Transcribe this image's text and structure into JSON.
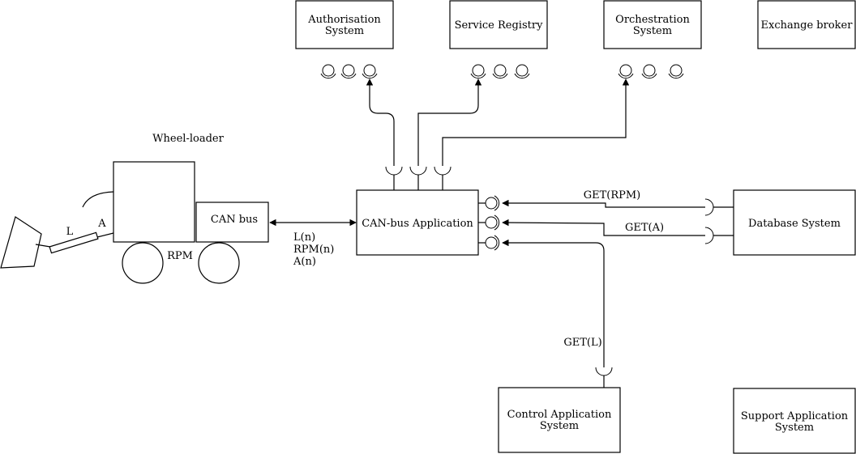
{
  "colors": {
    "stroke": "#000000",
    "background": "#ffffff"
  },
  "core_systems": {
    "authorisation": [
      "Authorisation",
      "System"
    ],
    "service_registry": "Service Registry",
    "orchestration": [
      "Orchestration",
      "System"
    ],
    "exchange_broker": "Exchange broker"
  },
  "wheel_loader": {
    "title": "Wheel-loader",
    "l_label": "L",
    "a_label": "A",
    "rpm_label": "RPM",
    "can_bus": "CAN bus"
  },
  "can_link_labels": [
    "L(n)",
    "RPM(n)",
    "A(n)"
  ],
  "can_app": "CAN-bus Application",
  "database": "Database System",
  "get_rpm": "GET(RPM)",
  "get_a": "GET(A)",
  "get_l": "GET(L)",
  "control_app": [
    "Control Application",
    "System"
  ],
  "support_app": [
    "Support Application",
    "System"
  ]
}
